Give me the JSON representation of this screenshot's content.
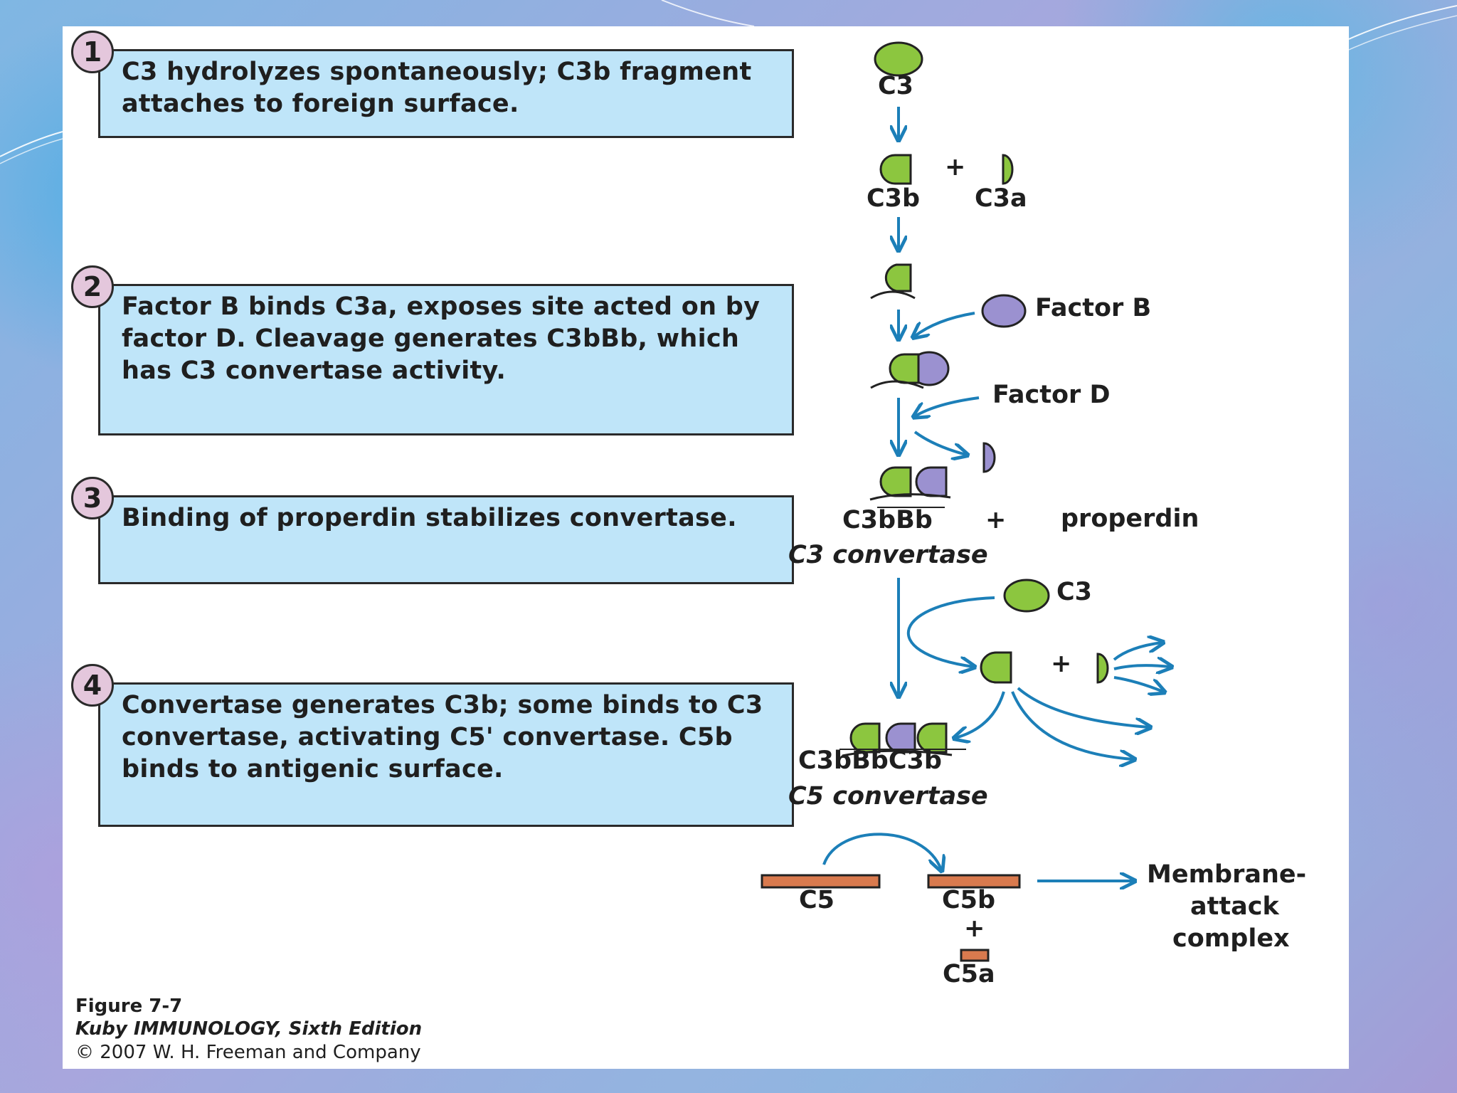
{
  "steps": [
    {
      "number": "1",
      "text": "C3 hydrolyzes spontaneously; C3b fragment attaches to foreign surface."
    },
    {
      "number": "2",
      "text": "Factor B binds C3a, exposes site acted on by factor D. Cleavage generates C3bBb, which has C3 convertase activity."
    },
    {
      "number": "3",
      "text": "Binding of properdin stabilizes convertase."
    },
    {
      "number": "4",
      "text": "Convertase generates C3b; some binds to C3 convertase, activating C5' convertase. C5b binds to antigenic surface."
    }
  ],
  "diagram_labels": {
    "c3_top": "C3",
    "c3b": "C3b",
    "c3a": "C3a",
    "plus_1": "+",
    "factor_b": "Factor B",
    "factor_d": "Factor D",
    "c3bbb": "C3bBb",
    "plus_2": "+",
    "properdin": "properdin",
    "c3_convertase": "C3 convertase",
    "c3_second": "C3",
    "plus_3": "+",
    "c3bbbc3b": "C3bBbC3b",
    "c5_convertase": "C5 convertase",
    "c5": "C5",
    "c5b": "C5b",
    "plus_4": "+",
    "c5a": "C5a",
    "mac_line1": "Membrane-",
    "mac_line2": "attack",
    "mac_line3": "complex"
  },
  "caption": {
    "figure": "Figure 7-7",
    "book": "Kuby IMMUNOLOGY, Sixth Edition",
    "copyright": "© 2007 W. H. Freeman and Company"
  },
  "colors": {
    "c3_green": "#8cc63f",
    "factor_b_purple": "#9b91d0",
    "c5_orange": "#d97a4e",
    "arrow_blue": "#1c7fb8",
    "box_fill": "#bfe5f9",
    "badge_fill": "#e4c7dc"
  }
}
